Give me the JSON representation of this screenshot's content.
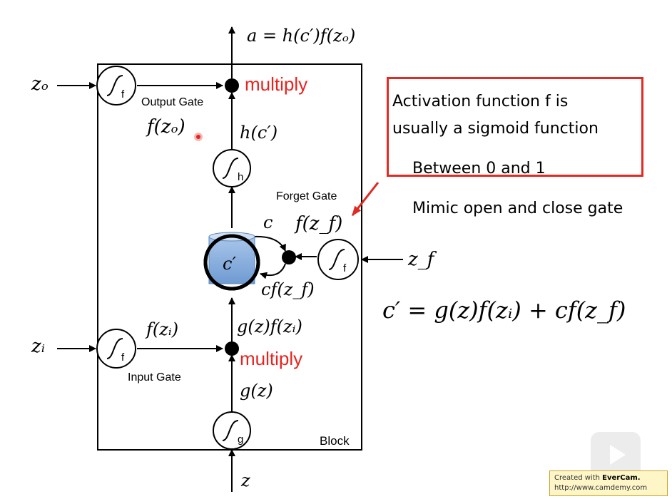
{
  "diagram": {
    "output_eq": "a = h(c′)f(zₒ)",
    "zo": "zₒ",
    "zi": "zᵢ",
    "zf": "z_f",
    "z": "z",
    "output_gate_label": "Output Gate",
    "input_gate_label": "Input Gate",
    "forget_gate_label": "Forget Gate",
    "block_label": "Block",
    "multiply_top": "multiply",
    "multiply_bottom": "multiply",
    "f_zo": "f(zₒ)",
    "h_c": "h(c′)",
    "c_label": "c",
    "f_zf": "f(z_f)",
    "c_prime": "c′",
    "c_f_zf": "cf(z_f)",
    "f_zi": "f(zᵢ)",
    "gz_fzi": "g(z)f(zᵢ)",
    "g_z": "g(z)",
    "gate_sub_f": "f",
    "gate_sub_h": "h",
    "gate_sub_g": "g"
  },
  "annotation": {
    "line1": "Activation function f is",
    "line2": "usually a sigmoid function",
    "line3": "Between 0 and 1",
    "line4": "Mimic open and close gate",
    "equation": "c′ = g(z)f(zᵢ) + cf(z_f)"
  },
  "watermark": {
    "line1_prefix": "Created with",
    "line1_brand": "EverCam.",
    "line2": "http://www.camdemy.com"
  },
  "colors": {
    "accent_red": "#e8231f",
    "cell_blue": "#7fa8d8"
  }
}
